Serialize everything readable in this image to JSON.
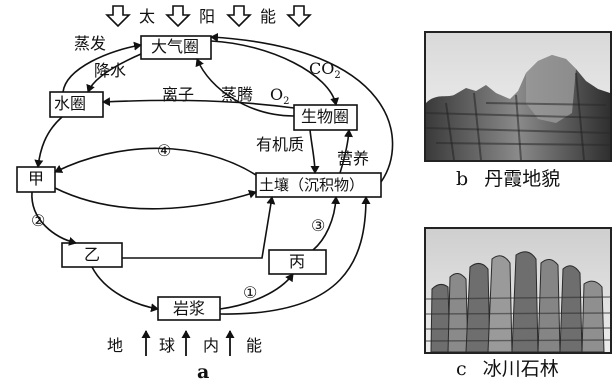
{
  "top_energy": [
    "太",
    "阳",
    "能"
  ],
  "bottom_energy": [
    "地",
    "球",
    "内",
    "能"
  ],
  "boxes": {
    "atmosphere": "大气圈",
    "hydrosphere": "水圈",
    "biosphere": "生物圈",
    "jia": "甲",
    "soil": "土壤（沉积物）",
    "yi": "乙",
    "bing": "丙",
    "magma": "岩浆"
  },
  "arrow_labels": {
    "evaporation": "蒸发",
    "precipitation": "降水",
    "ions": "离子",
    "transpiration": "蒸腾",
    "o2": "O",
    "o2_sub": "2",
    "co2": "CO",
    "co2_sub": "2",
    "organic": "有机质",
    "nutrients": "营养",
    "n4": "④",
    "n2": "②",
    "n3": "③",
    "n1": "①"
  },
  "diagram_caption": "a",
  "photos": [
    {
      "letter": "b",
      "title": "丹霞地貌"
    },
    {
      "letter": "c",
      "title": "冰川石林"
    }
  ]
}
